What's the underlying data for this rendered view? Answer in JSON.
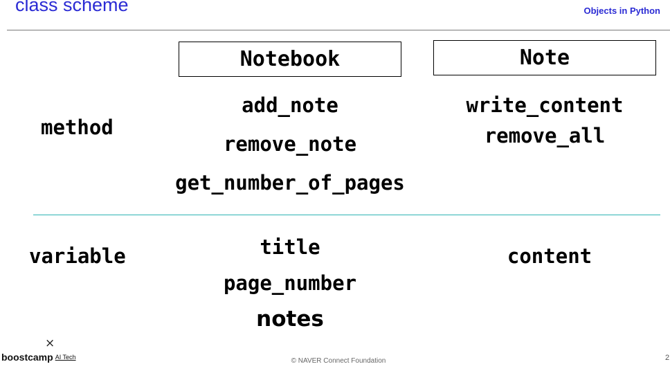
{
  "header": {
    "title": "class scheme",
    "course": "Objects in Python"
  },
  "classes": {
    "notebook": {
      "name": "Notebook",
      "methods": [
        "add_note",
        "remove_note",
        "get_number_of_pages"
      ],
      "variables": [
        "title",
        "page_number",
        "notes"
      ]
    },
    "note": {
      "name": "Note",
      "methods": [
        "write_content",
        "remove_all"
      ],
      "variables": [
        "content"
      ]
    }
  },
  "row_labels": {
    "method": "method",
    "variable": "variable"
  },
  "footer": {
    "brand": "boostcamp",
    "brand_sub": "AI Tech",
    "close_glyph": "×",
    "copyright": "© NAVER Connect Foundation",
    "page_number": "2"
  },
  "colors": {
    "title": "#2b2bd4",
    "header_rule": "#7a7a7a",
    "divider": "#2bb3b3"
  }
}
